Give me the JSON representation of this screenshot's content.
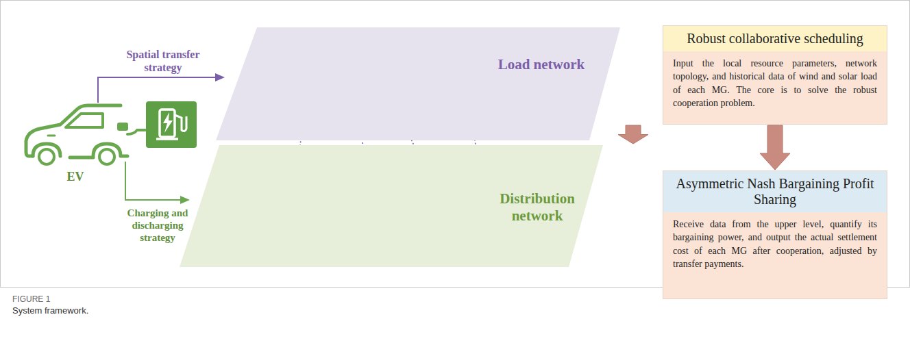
{
  "diagram": {
    "caption": "System framework.",
    "nodes": [
      {
        "text": [
          "Load network"
        ]
      },
      {
        "text": [
          "Distribution network"
        ]
      },
      {
        "text": [
          "Robust collaborative scheduling",
          "Input the local resource parameters, network topology, and historical data of wind and solar load of each MG. The core is to solve the robust cooperation problem."
        ]
      },
      {
        "text": [
          "Asymmetric Nash Bargaining Profit Sharing",
          "Receive data from the upper level, quantify its bargaining power, and output the actual settlement cost of each MG after cooperation, adjusted by transfer payments."
        ]
      }
    ],
    "edges": [
      {
        "from": 2,
        "to": 3,
        "arrow": "to"
      },
      {
        "from": 2,
        "to": 1,
        "arrow": "to"
      }
    ],
    "labels": [
      "Spatial transfer strategy",
      "EV",
      "Charging and discharging strategy",
      "FIGURE 1"
    ]
  }
}
